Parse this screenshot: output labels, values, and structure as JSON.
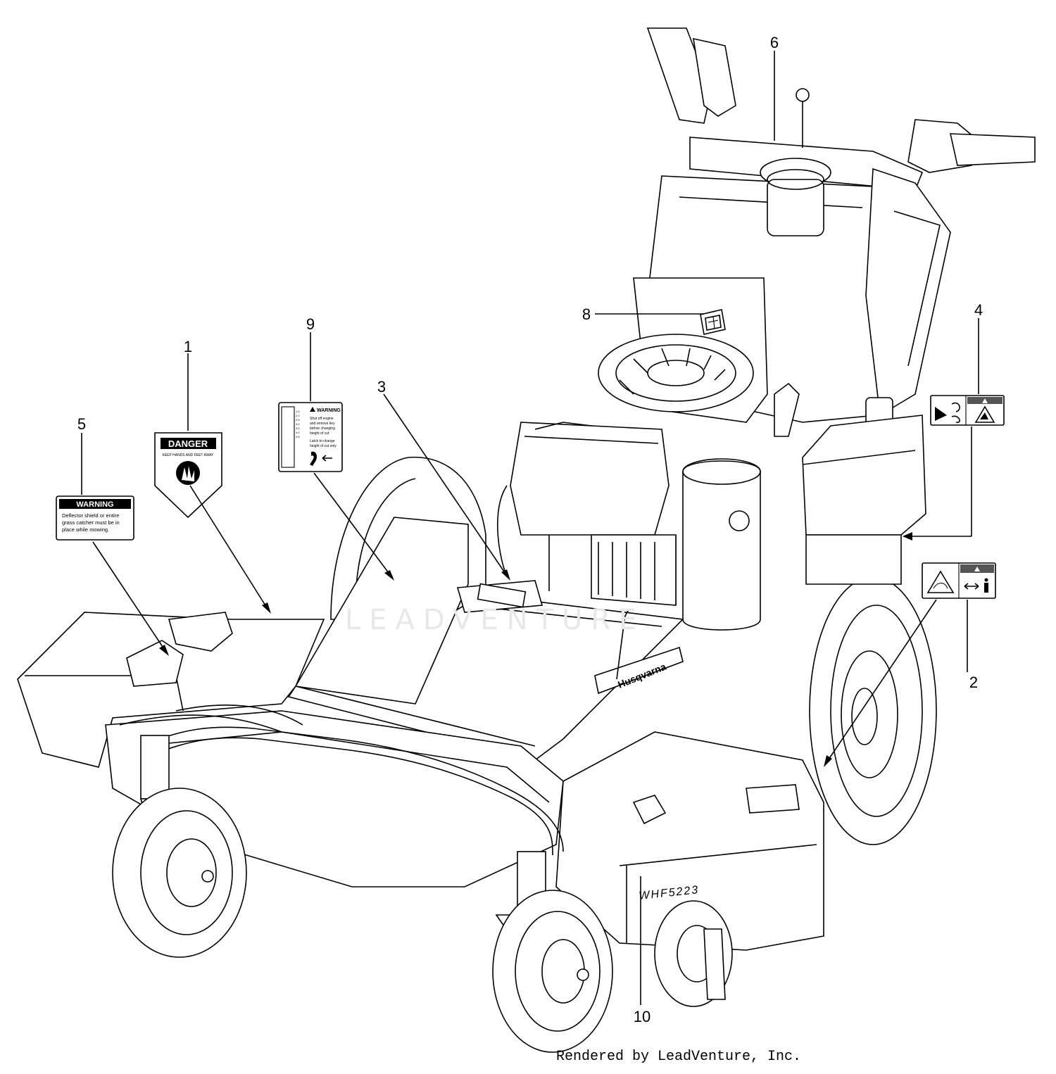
{
  "callouts": [
    "1",
    "2",
    "3",
    "4",
    "5",
    "6",
    "7",
    "8",
    "9",
    "10"
  ],
  "decals": {
    "danger": {
      "header": "DANGER",
      "subtext": "KEEP HANDS AND FEET AWAY"
    },
    "warning_deflector": {
      "header": "WARNING",
      "lines": [
        "Deflector shield or entire",
        "grass catcher must be in",
        "place while mowing."
      ]
    },
    "warning_height": {
      "header": "WARNING",
      "heights": [
        "1.5",
        "2.0",
        "2.5",
        "3.0",
        "3.5",
        "4.0",
        "4.5"
      ],
      "lines_top": [
        "Shut off engine",
        "and remove key",
        "before changing",
        "height of cut"
      ],
      "lines_bottom": [
        "Latch to change",
        "height of cut only"
      ]
    }
  },
  "model_label": "WHF5223",
  "brand_label": "Husqvarna",
  "watermark": "LEADVENTURE",
  "footer": "Rendered by LeadVenture, Inc."
}
